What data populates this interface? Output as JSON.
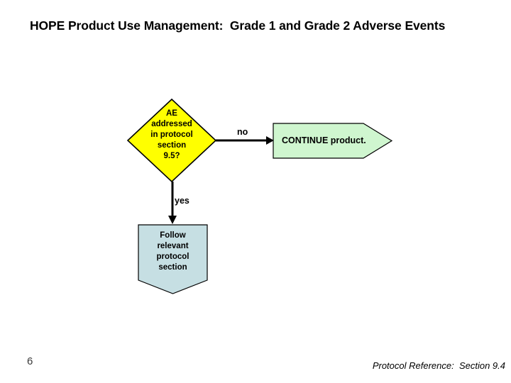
{
  "slide": {
    "title": "HOPE Product Use Management:  Grade 1 and Grade 2 Adverse Events",
    "page_number": "6",
    "footer": "Protocol Reference:  Section 9.4"
  },
  "flowchart": {
    "decision": {
      "lines": [
        "AE",
        "addressed",
        "in protocol",
        "section",
        "9.5?"
      ],
      "fill": "#FFFF00",
      "border": "#000000"
    },
    "no_branch": {
      "label": "no",
      "result": "CONTINUE product.",
      "fill": "#CFF6CF",
      "border": "#000000"
    },
    "yes_branch": {
      "label": "yes",
      "lines": [
        "Follow",
        "relevant",
        "protocol",
        "section"
      ],
      "fill": "#C6DFE3",
      "border": "#000000"
    },
    "connector_color": "#000000"
  }
}
